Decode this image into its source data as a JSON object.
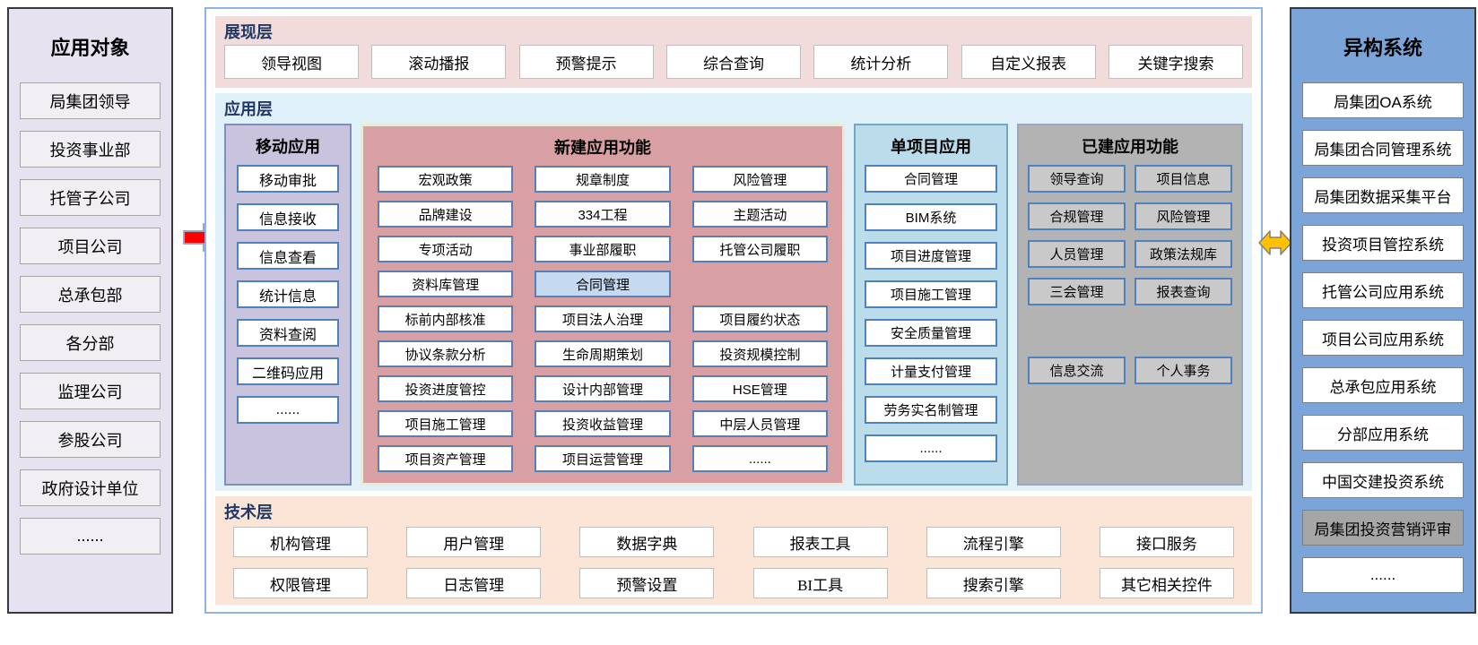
{
  "left_panel": {
    "title": "应用对象",
    "items": [
      "局集团领导",
      "投资事业部",
      "托管子公司",
      "项目公司",
      "总承包部",
      "各分部",
      "监理公司",
      "参股公司",
      "政府设计单位",
      "......"
    ]
  },
  "presentation_layer": {
    "label": "展现层",
    "items": [
      "领导视图",
      "滚动播报",
      "预警提示",
      "综合查询",
      "统计分析",
      "自定义报表",
      "关键字搜索"
    ]
  },
  "application_layer": {
    "label": "应用层",
    "mobile": {
      "title": "移动应用",
      "items": [
        "移动审批",
        "信息接收",
        "信息查看",
        "统计信息",
        "资料查阅",
        "二维码应用",
        "......"
      ]
    },
    "new_functions": {
      "title": "新建应用功能",
      "columns": [
        [
          "宏观政策",
          "品牌建设",
          "专项活动",
          "资料库管理",
          "标前内部核准",
          "协议条款分析",
          "投资进度管控",
          "项目施工管理",
          "项目资产管理"
        ],
        [
          "规章制度",
          "334工程",
          "事业部履职",
          {
            "label": "合同管理",
            "highlight": true
          },
          "项目法人治理",
          "生命周期策划",
          "设计内部管理",
          "投资收益管理",
          "项目运营管理"
        ],
        [
          "风险管理",
          "主题活动",
          "托管公司履职",
          "项目履约状态",
          "投资规模控制",
          "HSE管理",
          "中层人员管理",
          "......"
        ]
      ]
    },
    "single_project": {
      "title": "单项目应用",
      "items": [
        "合同管理",
        "BIM系统",
        "项目进度管理",
        "项目施工管理",
        "安全质量管理",
        "计量支付管理",
        "劳务实名制管理",
        "......"
      ]
    },
    "built_functions": {
      "title": "已建应用功能",
      "items": [
        "领导查询",
        "项目信息",
        "合规管理",
        "风险管理",
        "人员管理",
        "政策法规库",
        "三会管理",
        "报表查询",
        "信息交流",
        "个人事务"
      ]
    }
  },
  "technology_layer": {
    "label": "技术层",
    "items": [
      "机构管理",
      "用户管理",
      "数据字典",
      "报表工具",
      "流程引擎",
      "接口服务",
      "权限管理",
      "日志管理",
      "预警设置",
      "BI工具",
      "搜索引擎",
      "其它相关控件"
    ]
  },
  "right_panel": {
    "title": "异构系统",
    "items": [
      "局集团OA系统",
      "局集团合同管理系统",
      "局集团数据采集平台",
      "投资项目管控系统",
      "托管公司应用系统",
      "项目公司应用系统",
      "总承包应用系统",
      "分部应用系统",
      "中国交建投资系统",
      {
        "label": "局集团投资营销评审",
        "highlight": true
      },
      "......"
    ]
  },
  "colors": {
    "left_panel_bg": "#e7e2ef",
    "presentation_bg": "#f2dcdb",
    "application_bg": "#e1f1f9",
    "technology_bg": "#fbe5d6",
    "mobile_bg": "#c9c3dd",
    "new_functions_bg": "#d9a0a3",
    "single_project_bg": "#bbdceb",
    "built_bg": "#b3b3b3",
    "built_box_bg": "#c9c9c9",
    "right_panel_bg": "#7ba5d8",
    "highlight_blue": "#c5d9f1",
    "highlight_gray": "#a6a6a6",
    "layer_label": "#1f3864",
    "arrow_red": "#ff0000",
    "arrow_gold": "#ffc000",
    "box_border_blue": "#4f81bd",
    "box_border_gray": "#bfbfbf"
  }
}
